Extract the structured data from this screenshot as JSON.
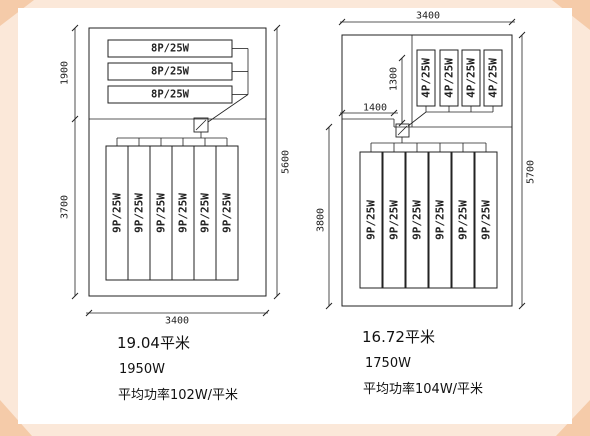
{
  "background_color": "#fbe8d9",
  "corner_accent_color": "#f5cba9",
  "panel_color": "#ffffff",
  "line_color": "#222222",
  "left_plan": {
    "width_label": "3400",
    "height_label": "5600",
    "upper_section_label": "1900",
    "lower_section_label": "3700",
    "horizontal_fixture_labels": [
      "8P/25W",
      "8P/25W",
      "8P/25W"
    ],
    "vertical_fixture_labels": [
      "9P/25W",
      "9P/25W",
      "9P/25W",
      "9P/25W",
      "9P/25W",
      "9P/25W"
    ],
    "area_text": "19.04平米",
    "power_text": "1950W",
    "avg_text": "平均功率102W/平米"
  },
  "right_plan": {
    "width_label": "3400",
    "height_label": "5700",
    "upper_section_label": "1300",
    "offset_label": "1400",
    "lower_section_label": "3800",
    "small_fixture_labels": [
      "4P/25W",
      "4P/25W",
      "4P/25W",
      "4P/25W"
    ],
    "vertical_fixture_labels": [
      "9P/25W",
      "9P/25W",
      "9P/25W",
      "9P/25W",
      "9P/25W",
      "9P/25W"
    ],
    "area_text": "16.72平米",
    "power_text": "1750W",
    "avg_text": "平均功率104W/平米"
  }
}
